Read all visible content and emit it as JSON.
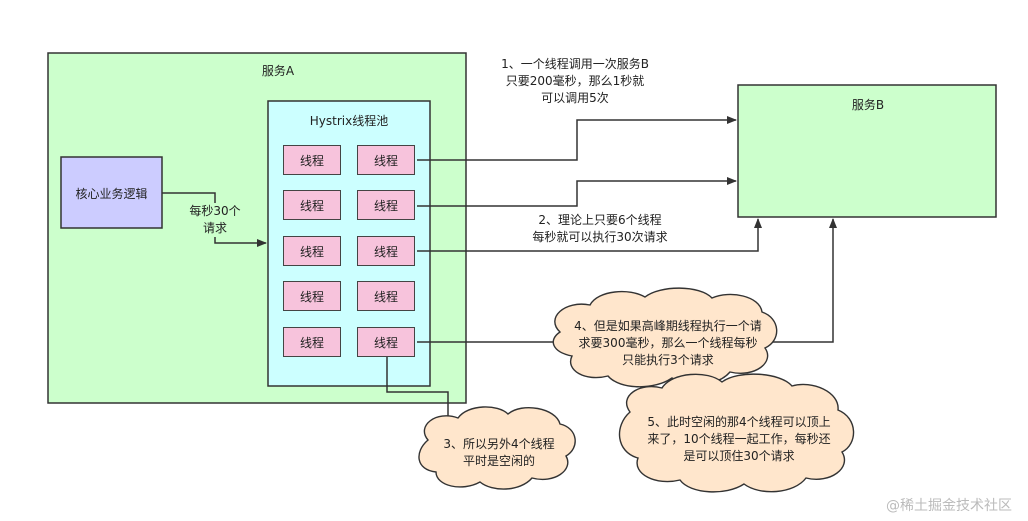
{
  "service_a": {
    "label": "服务A"
  },
  "service_b": {
    "label": "服务B"
  },
  "core_logic": {
    "label": "核心业务逻辑"
  },
  "thread_pool": {
    "label": "Hystrix线程池",
    "thread_label": "线程"
  },
  "edge_label_core_to_pool": [
    "每秒30个",
    "请求"
  ],
  "notes": {
    "note1": [
      "1、一个线程调用一次服务B",
      "只要200毫秒，那么1秒就",
      "可以调用5次"
    ],
    "note2": [
      "2、理论上只要6个线程",
      "每秒就可以执行30次请求"
    ],
    "note3": [
      "3、所以另外4个线程",
      "平时是空闲的"
    ],
    "note4": [
      "4、但是如果高峰期线程执行一个请",
      "求要300毫秒，那么一个线程每秒",
      "只能执行3个请求"
    ],
    "note5": [
      "5、此时空闲的那4个线程可以顶上",
      "来了，10个线程一起工作，每秒还",
      "是可以顶住30个请求"
    ]
  },
  "watermark": "@稀土掘金技术社区",
  "colors": {
    "service_a_fill": "#ccffcc",
    "service_b_fill": "#ccffcc",
    "pool_fill": "#ccffff",
    "core_fill": "#ccccff",
    "thread_fill": "#f7c3dc",
    "cloud_fill": "#ffe6cc"
  }
}
